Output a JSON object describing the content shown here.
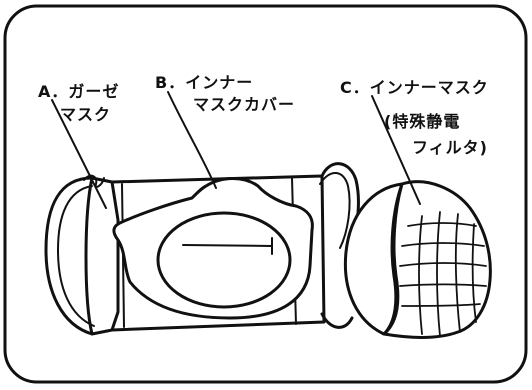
{
  "labels": {
    "a": {
      "line1": "A．ガーゼ",
      "line2": "マスク"
    },
    "b": {
      "line1": "B．インナー",
      "line2": "マスクカバー"
    },
    "c": {
      "line1": "C．インナーマスク",
      "line2": "(特殊静電",
      "line3": "フィルタ)"
    }
  },
  "colors": {
    "ink": "#111111",
    "paper": "#ffffff"
  }
}
